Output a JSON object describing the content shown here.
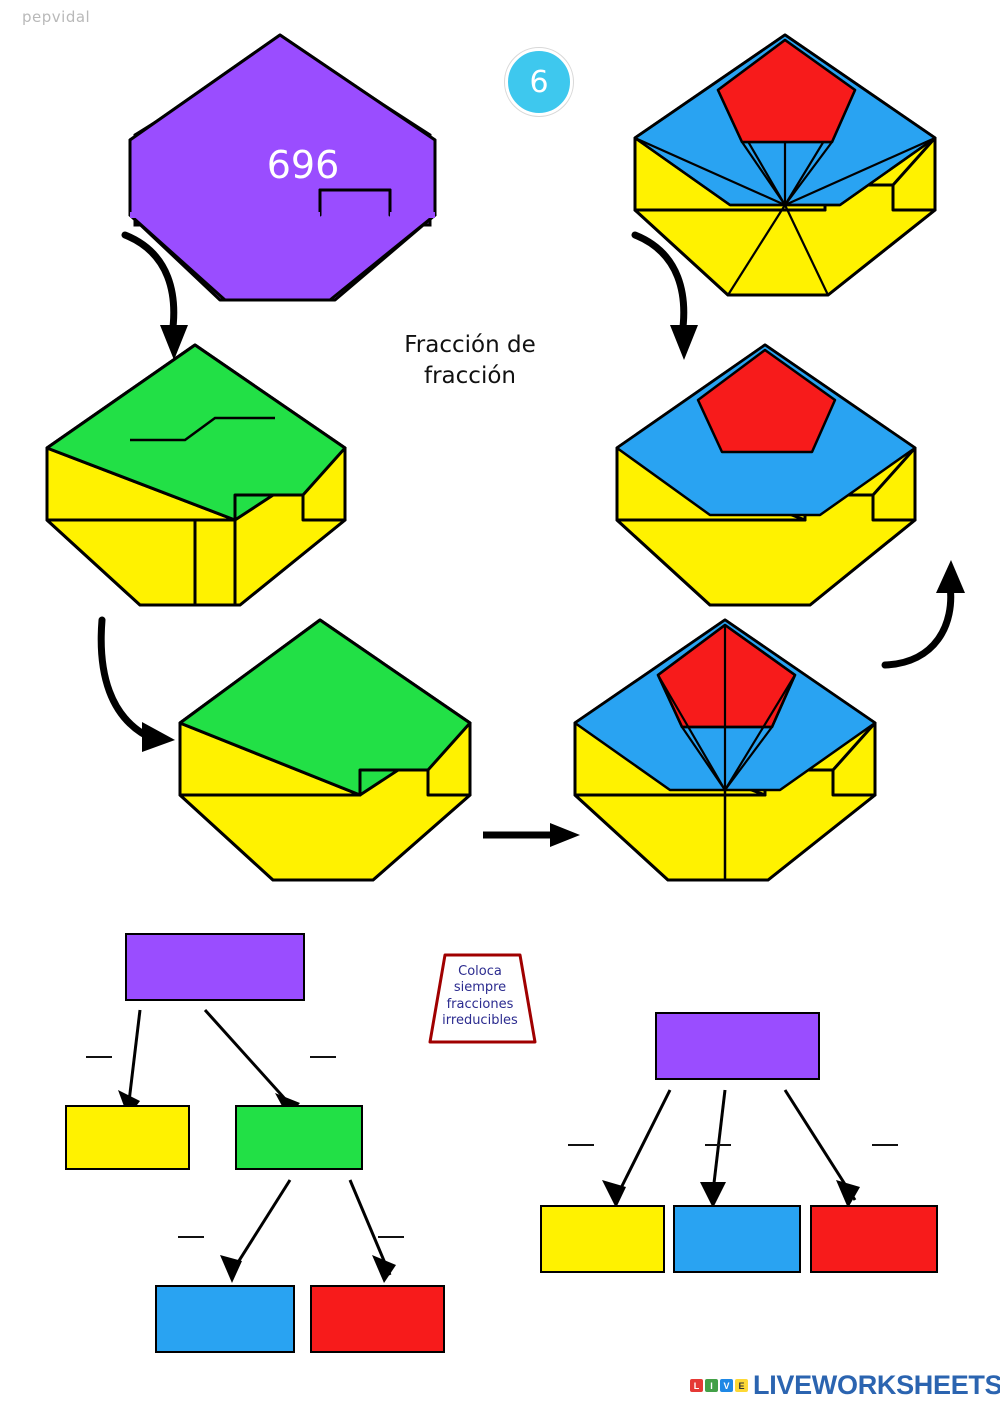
{
  "page": {
    "watermark": "pepvidal",
    "badge_number": "6",
    "title_line1": "Fracción de",
    "title_line2": "fracción",
    "figure_label": "696"
  },
  "note": {
    "line1": "Coloca",
    "line2": "siempre",
    "line3": "fracciones",
    "line4": "irreducibles",
    "border_color": "#a00000",
    "text_color": "#2b2b8f"
  },
  "colors": {
    "purple": "#9a4dff",
    "yellow": "#fff200",
    "green": "#22e046",
    "blue": "#29a3f2",
    "red": "#f71b1b",
    "outline": "#000000",
    "badge": "#3ec8ee",
    "watermark": "#b9b9b9"
  },
  "diagram_left": {
    "steps": [
      {
        "name": "whole-purple",
        "fill": "purple"
      },
      {
        "name": "split-green-yellow",
        "fills": [
          "green",
          "yellow"
        ]
      },
      {
        "name": "green-top-yellow-base",
        "fills": [
          "green",
          "yellow"
        ]
      }
    ]
  },
  "diagram_right": {
    "steps": [
      {
        "name": "full-partitioned",
        "fills": [
          "red",
          "blue",
          "yellow"
        ]
      },
      {
        "name": "red-blue-yellow-solid",
        "fills": [
          "red",
          "blue",
          "yellow"
        ]
      },
      {
        "name": "red-blue-partitioned-yellow",
        "fills": [
          "red",
          "blue",
          "yellow"
        ]
      }
    ]
  },
  "tree_left": {
    "root": {
      "name": "root-purple-box",
      "color": "purple"
    },
    "level1": [
      {
        "name": "yellow-box",
        "color": "yellow"
      },
      {
        "name": "green-box",
        "color": "green"
      }
    ],
    "level2": [
      {
        "name": "blue-box",
        "color": "blue"
      },
      {
        "name": "red-box",
        "color": "red"
      }
    ],
    "fraction_blanks": 4
  },
  "tree_right": {
    "root": {
      "name": "root-purple-box",
      "color": "purple"
    },
    "children": [
      {
        "name": "yellow-box",
        "color": "yellow"
      },
      {
        "name": "blue-box",
        "color": "blue"
      },
      {
        "name": "red-box",
        "color": "red"
      }
    ],
    "fraction_blanks": 3
  },
  "footer": {
    "brand": "LIVEWORKSHEETS",
    "letters": [
      "L",
      "I",
      "V",
      "E"
    ]
  }
}
